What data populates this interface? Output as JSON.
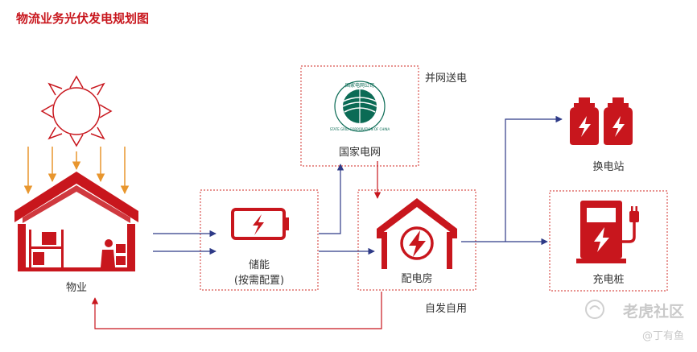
{
  "title": "物流业务光伏发电规划图",
  "nodes": {
    "wuye": "物业",
    "chuneng_line1": "储能",
    "chuneng_line2": "(按需配置)",
    "guojia": "国家电网",
    "peidianfang": "配电房",
    "huandianzhan": "换电站",
    "chongdianzhuang": "充电桩"
  },
  "edges": {
    "grid_send": "并网送电",
    "self_use": "自发自用"
  },
  "logo_text": {
    "cn": "国家电网公司",
    "en": "STATE GRID CORPORATION OF CHINA"
  },
  "watermark": {
    "site": "老虎社区",
    "author": "@丁有鱼"
  },
  "colors": {
    "red": "#c8161d",
    "blue": "#2e3a87",
    "orange": "#e8962e",
    "green": "#0b6b55",
    "dotted_border": "#d9534f"
  }
}
